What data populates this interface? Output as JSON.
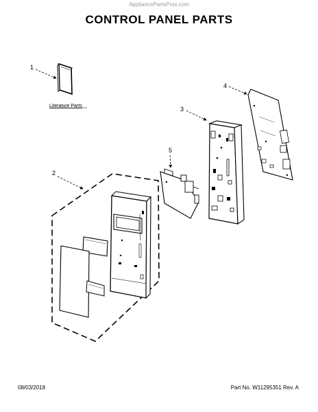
{
  "watermark": "AppliancePartsPros.com",
  "title": "CONTROL PANEL PARTS",
  "callouts": {
    "c1": "1",
    "c2": "2",
    "c3": "3",
    "c4": "4",
    "c5": "5"
  },
  "literature_label": "Literature Parts",
  "footer": {
    "date": "08/03/2018",
    "part_number": "Part No.  W11295351   Rev.  A"
  }
}
